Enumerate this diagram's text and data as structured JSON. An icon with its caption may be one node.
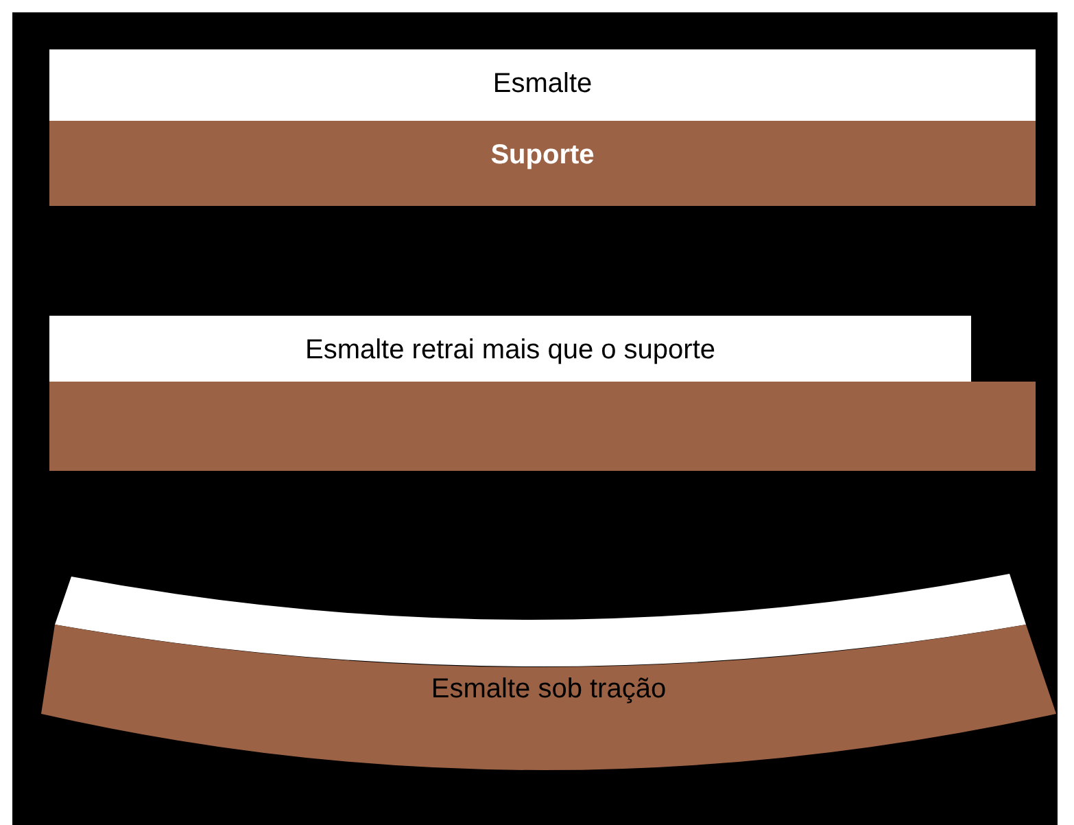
{
  "diagram": {
    "nodes": [
      {
        "text": [
          "Esmalte"
        ]
      },
      {
        "text": [
          "Suporte"
        ]
      },
      {
        "text": [
          "Esmalte retrai mais que o suporte"
        ]
      },
      {
        "text": [],
        "shape": "bar"
      },
      {
        "text": [],
        "shape": "bar"
      },
      {
        "text": [
          "Esmalte sob tração"
        ]
      }
    ]
  }
}
